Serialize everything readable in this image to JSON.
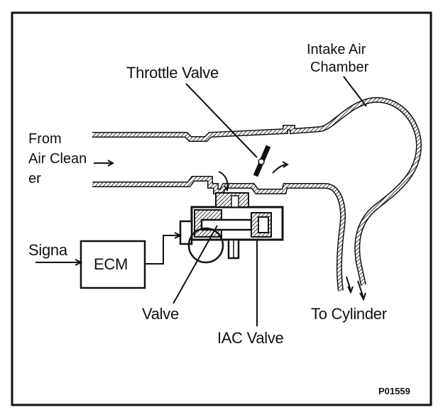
{
  "labels": {
    "intake_air_chamber_line1": "Intake Air",
    "intake_air_chamber_line2": "Chamber",
    "throttle_valve": "Throttle Valve",
    "from_air_cleaner_line1": "From",
    "from_air_cleaner_line2": "Air Clean",
    "from_air_cleaner_line3": "er",
    "signal": "Signa",
    "ecm": "ECM",
    "valve": "Valve",
    "iac_valve": "IAC Valve",
    "to_cylinder": "To Cylinder",
    "figure_code": "P01559"
  },
  "colors": {
    "ink": "#111111",
    "paper": "#ffffff"
  }
}
